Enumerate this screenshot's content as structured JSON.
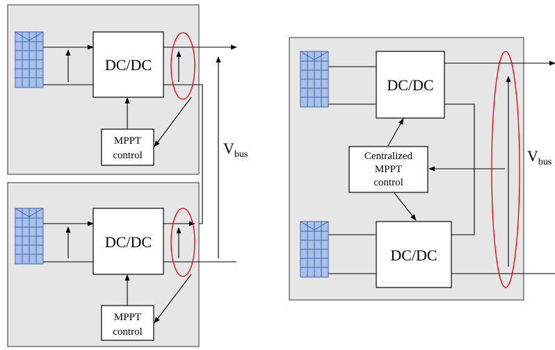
{
  "converter_label": "DC/DC",
  "mppt_local": {
    "line1": "MPPT",
    "line2": "control"
  },
  "mppt_central": {
    "line1": "Centralized",
    "line2": "MPPT",
    "line3": "control"
  },
  "vbus": {
    "main": "V",
    "sub": "bus"
  },
  "colors": {
    "panel": "#e6e6e6",
    "pv": "#a9c1e8",
    "pv_line": "#3b63b0",
    "highlight": "#e00000"
  }
}
